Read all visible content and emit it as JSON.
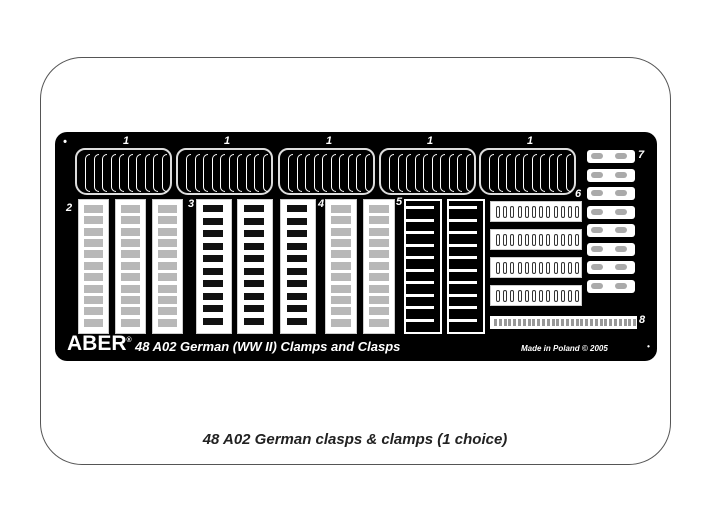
{
  "fret": {
    "part_numbers": {
      "clamps": "1",
      "p2": "2",
      "p3": "3",
      "p4": "4",
      "p5": "5",
      "p6": "6",
      "p7": "7",
      "p8": "8"
    },
    "brand": "ABER",
    "registered_mark": "®",
    "title": "48 A02   German (WW II)  Clamps  and  Clasps",
    "made_in": "Made in Poland  ©  2005",
    "dot": "•"
  },
  "caption": "48 A02   German clasps & clamps (1 choice)"
}
